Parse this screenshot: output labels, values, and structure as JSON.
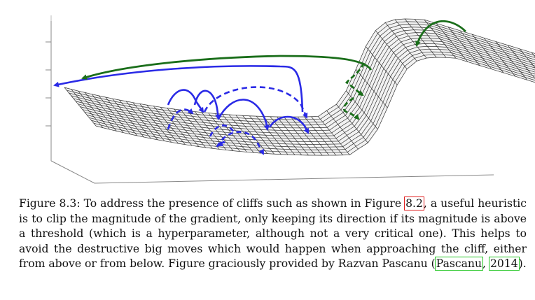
{
  "figure": {
    "colors": {
      "surface": "#333333",
      "surface_fill": "#f2f2f2",
      "step_blue": "#2a2ae6",
      "step_green": "#1a6e1a",
      "axis": "#888888"
    }
  },
  "caption": {
    "prefix": "Figure 8.3: To address the presence of cliffs such as shown in Figure ",
    "figure_ref": "8.2",
    "body": ", a useful heuristic is to clip the magnitude of the gradient, only keeping its direction if its magnitude is above a threshold (which is a hyperparameter, although not a very critical one). This helps to avoid the destructive big moves which would happen when approaching the cliff, either from above or from below. Figure graciously provided by Razvan Pascanu (",
    "citation_author": "Pascanu",
    "citation_sep": ",",
    "citation_year": "2014",
    "suffix": ")."
  }
}
